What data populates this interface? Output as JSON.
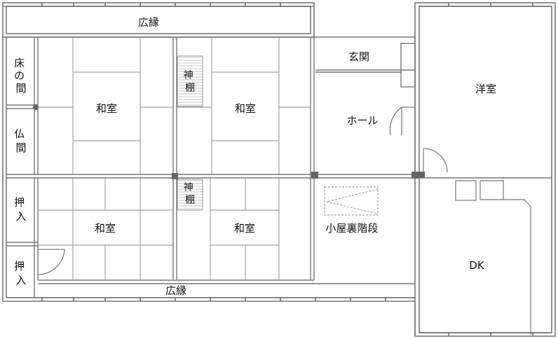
{
  "rooms": {
    "hiroen_top": "広縁",
    "hiroen_bottom": "広縁",
    "toko": "床の間",
    "butsuma": "仏間",
    "oshiire_1": "押入",
    "oshiire_2": "押入",
    "washitsu_1": "和室",
    "washitsu_2": "和室",
    "washitsu_3": "和室",
    "washitsu_4": "和室",
    "kamidana_1": "神棚",
    "kamidana_2": "神棚",
    "genkan": "玄関",
    "hall": "ホール",
    "yoshitsu": "洋室",
    "koyaura_kaidan": "小屋裏階段",
    "dk": "DK"
  }
}
